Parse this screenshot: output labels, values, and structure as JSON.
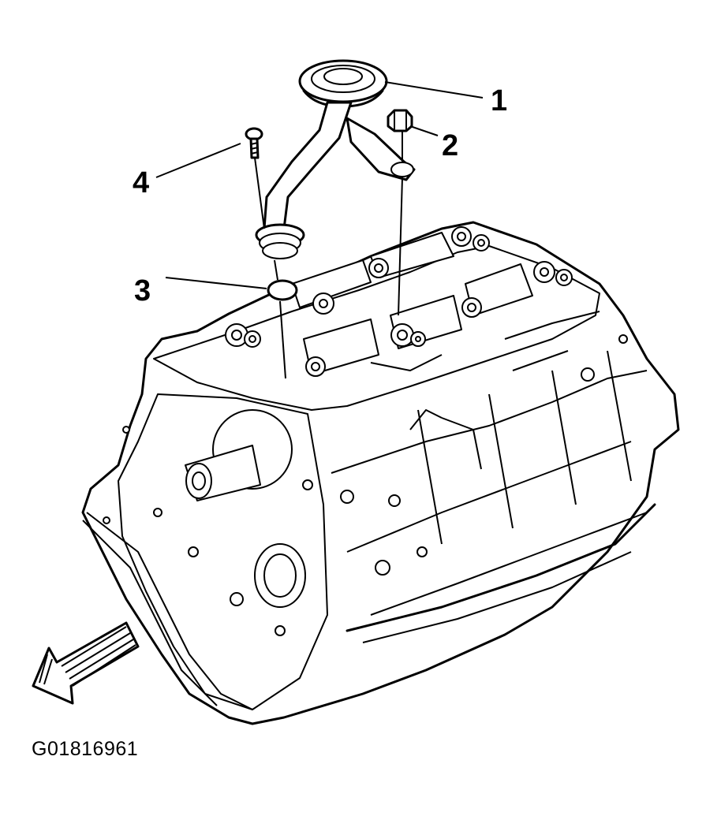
{
  "figure_id": "G01816961",
  "callouts": [
    {
      "number": "1"
    },
    {
      "number": "2"
    },
    {
      "number": "3"
    },
    {
      "number": "4"
    }
  ]
}
